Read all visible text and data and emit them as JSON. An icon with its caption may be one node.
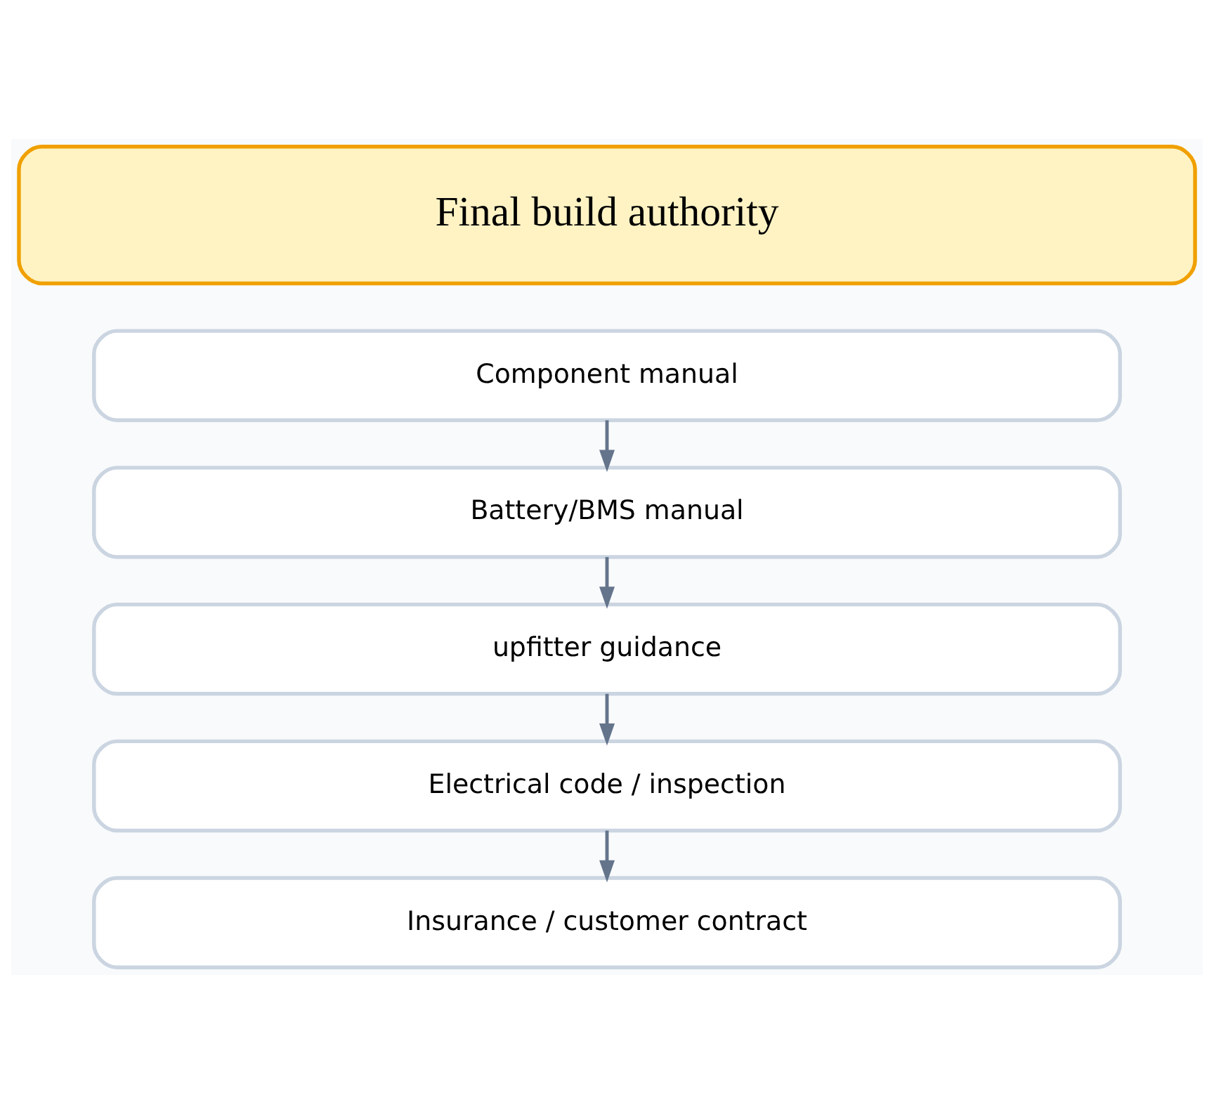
{
  "diagram": {
    "nodes": [
      {
        "text": [
          "Final build authority"
        ]
      },
      {
        "text": [
          "Component manual"
        ]
      },
      {
        "text": [
          "Battery/BMS manual"
        ]
      },
      {
        "text": [
          "upfitter guidance"
        ]
      },
      {
        "text": [
          "Electrical code / inspection"
        ]
      },
      {
        "text": [
          "Insurance / customer contract"
        ]
      }
    ],
    "edges": [
      {
        "from": 1,
        "to": 2,
        "arrow": "to"
      },
      {
        "from": 2,
        "to": 3,
        "arrow": "to"
      },
      {
        "from": 3,
        "to": 4,
        "arrow": "to"
      },
      {
        "from": 4,
        "to": 5,
        "arrow": "to"
      }
    ]
  }
}
